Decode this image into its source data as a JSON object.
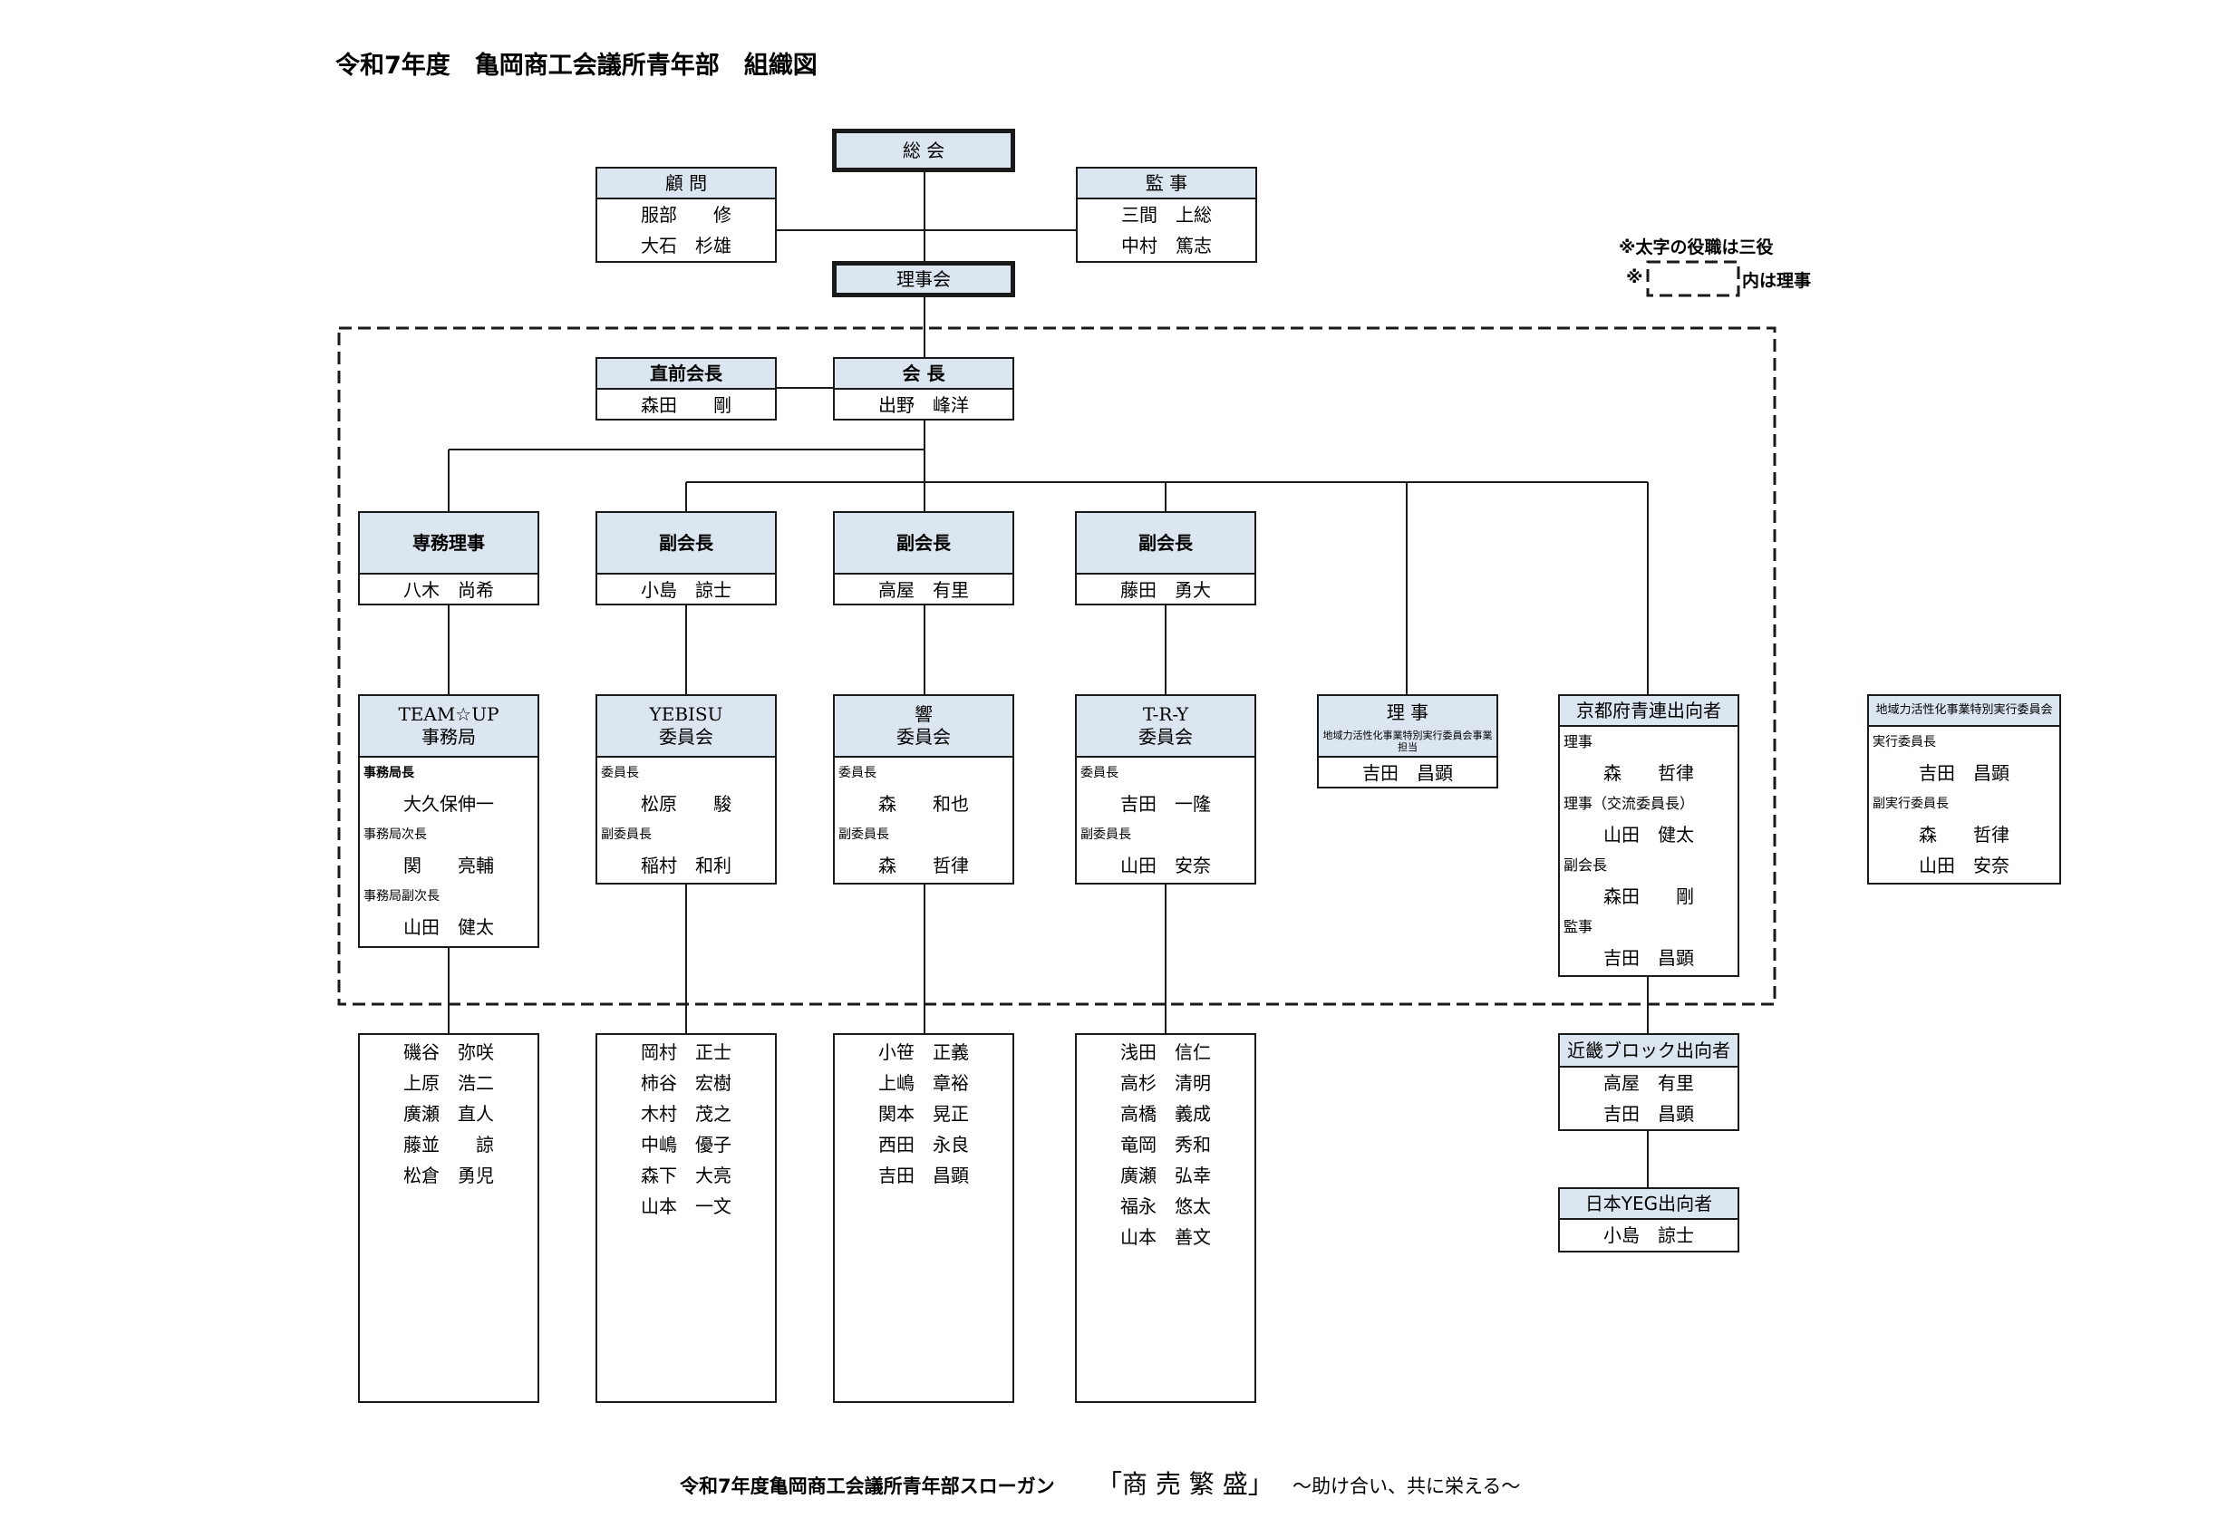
{
  "title": "令和7年度　亀岡商工会議所青年部　組織図",
  "notes": {
    "bold_note": "※太字の役職は三役",
    "kome": "※",
    "board_note": "内は理事"
  },
  "general_meeting": "総 会",
  "board": "理事会",
  "advisor": {
    "title": "顧 問",
    "members": [
      "服部　　修",
      "大石　杉雄"
    ]
  },
  "auditor": {
    "title": "監 事",
    "members": [
      "三間　上総",
      "中村　篤志"
    ]
  },
  "past_president": {
    "title": "直前会長",
    "name": "森田　　剛"
  },
  "president": {
    "title": "会 長",
    "name": "出野　峰洋"
  },
  "executive_director": {
    "title": "専務理事",
    "name": "八木　尚希"
  },
  "vice_presidents": [
    {
      "title": "副会長",
      "name": "小島　諒士"
    },
    {
      "title": "副会長",
      "name": "高屋　有里"
    },
    {
      "title": "副会長",
      "name": "藤田　勇大"
    }
  ],
  "committees": [
    {
      "title1": "TEAM☆UP",
      "title2": "事務局",
      "roles": [
        {
          "label": "事務局長",
          "name": "大久保伸一"
        },
        {
          "label": "事務局次長",
          "name": "関　　亮輔"
        },
        {
          "label": "事務局副次長",
          "name": "山田　健太"
        }
      ],
      "members": [
        "磯谷　弥咲",
        "上原　浩二",
        "廣瀬　直人",
        "藤並　　諒",
        "松倉　勇児"
      ]
    },
    {
      "title1": "YEBISU",
      "title2": "委員会",
      "roles": [
        {
          "label": "委員長",
          "name": "松原　　駿"
        },
        {
          "label": "副委員長",
          "name": "稲村　和利"
        }
      ],
      "members": [
        "岡村　正士",
        "柿谷　宏樹",
        "木村　茂之",
        "中嶋　優子",
        "森下　大亮",
        "山本　一文"
      ]
    },
    {
      "title1": "響",
      "title2": "委員会",
      "roles": [
        {
          "label": "委員長",
          "name": "森　　和也"
        },
        {
          "label": "副委員長",
          "name": "森　　哲律"
        }
      ],
      "members": [
        "小笹　正義",
        "上嶋　章裕",
        "関本　晃正",
        "西田　永良",
        "吉田　昌顕"
      ]
    },
    {
      "title1": "T-R-Y",
      "title2": "委員会",
      "roles": [
        {
          "label": "委員長",
          "name": "吉田　一隆"
        },
        {
          "label": "副委員長",
          "name": "山田　安奈"
        }
      ],
      "members": [
        "浅田　信仁",
        "高杉　清明",
        "高橋　義成",
        "竜岡　秀和",
        "廣瀬　弘幸",
        "福永　悠太",
        "山本　善文"
      ]
    }
  ],
  "director": {
    "title": "理 事",
    "subtitle": "地域力活性化事業特別実行委員会事業担当",
    "name": "吉田　昌顕"
  },
  "kyoto_delegates": {
    "title": "京都府青連出向者",
    "roles": [
      {
        "label": "理事",
        "name": "森　　哲律"
      },
      {
        "label": "理事（交流委員長）",
        "name": "山田　健太"
      },
      {
        "label": "副会長",
        "name": "森田　　剛"
      },
      {
        "label": "監事",
        "name": "吉田　昌顕"
      }
    ]
  },
  "special_committee": {
    "title": "地域力活性化事業特別実行委員会",
    "roles": [
      {
        "label": "実行委員長",
        "names": [
          "吉田　昌顕"
        ]
      },
      {
        "label": "副実行委員長",
        "names": [
          "森　　哲律",
          "山田　安奈"
        ]
      }
    ]
  },
  "kinki_delegates": {
    "title": "近畿ブロック出向者",
    "members": [
      "高屋　有里",
      "吉田　昌顕"
    ]
  },
  "japan_yeg_delegates": {
    "title": "日本YEG出向者",
    "members": [
      "小島　諒士"
    ]
  },
  "slogan": {
    "prefix": "令和7年度亀岡商工会議所青年部スローガン",
    "main": "「商 売 繁 盛」",
    "suffix": "～助け合い、共に栄える～"
  },
  "colors": {
    "header_fill": "#dce6f1",
    "line": "#1a1a1a"
  }
}
